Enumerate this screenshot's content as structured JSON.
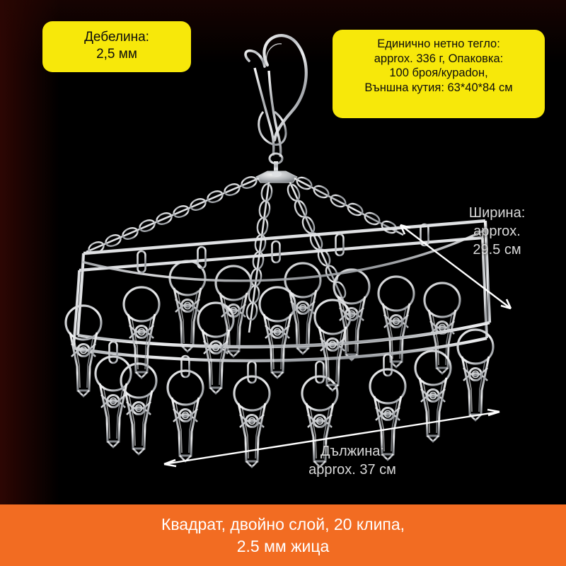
{
  "background": {
    "color": "#000000",
    "accent_orange": "#F26C22",
    "badge_yellow": "#F7E80A",
    "dimension_text_color": "#D9D9D9"
  },
  "badges": {
    "thickness": {
      "name": "thickness-badge",
      "lines": [
        "Дебелина:",
        "2,5 мм"
      ]
    },
    "weight_packaging": {
      "name": "weight-packaging-badge",
      "lines": [
        "Единично нетно тегло:",
        "approx. 336 г, Опаковка:",
        "100 броя/кypadoн,",
        "Външна кутия: 63*40*84 см"
      ]
    }
  },
  "dimensions": {
    "width": {
      "name": "width-dimension",
      "lines": [
        "Ширина:",
        "approx.",
        "29.5 см"
      ],
      "arrow": "double-headed-arrow"
    },
    "length": {
      "name": "length-dimension",
      "lines": [
        "Дължина:",
        "approx. 37 см"
      ],
      "arrow": "double-headed-arrow"
    }
  },
  "product": {
    "name": "square-clothes-drying-hanger",
    "clip_count": 20,
    "material": "stainless steel wire"
  },
  "footer": {
    "lines": [
      "Квадрат, двойно слой, 20 клипа,",
      "2.5 мм жица"
    ]
  }
}
